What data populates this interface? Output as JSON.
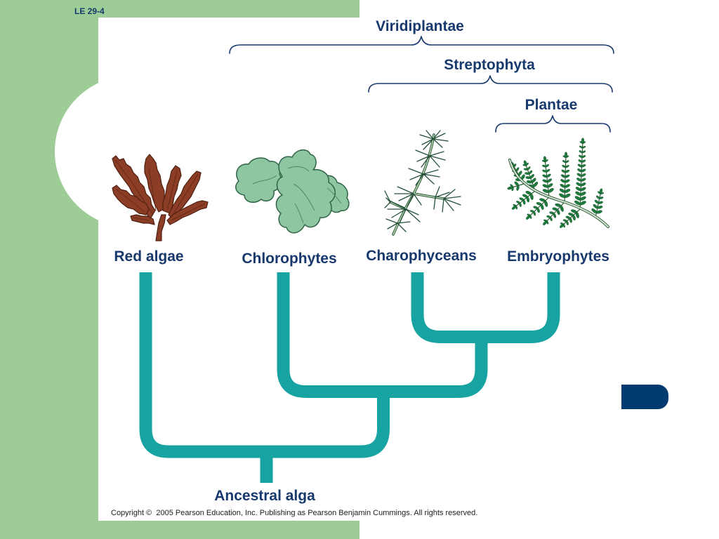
{
  "slide": {
    "label": "LE 29-4"
  },
  "clades": {
    "viridiplantae": "Viridiplantae",
    "streptophyta": "Streptophyta",
    "plantae": "Plantae"
  },
  "taxa": [
    {
      "label": "Red algae",
      "illustration": "red-algae-seaweed-icon"
    },
    {
      "label": "Chlorophytes",
      "illustration": "green-sea-lettuce-icon"
    },
    {
      "label": "Charophyceans",
      "illustration": "charophyte-sprig-icon"
    },
    {
      "label": "Embryophytes",
      "illustration": "fern-frond-icon"
    }
  ],
  "tree": {
    "root_label": "Ancestral alga"
  },
  "footer": {
    "copyright": "Copyright ©  2005 Pearson Education, Inc. Publishing as Pearson Benjamin Cummings. All rights reserved."
  },
  "colors": {
    "side_panel_green": "#9dcc96",
    "label_navy": "#17396d",
    "branch_teal": "#18a3a3",
    "tab_navy": "#003a70",
    "background": "#ffffff"
  }
}
